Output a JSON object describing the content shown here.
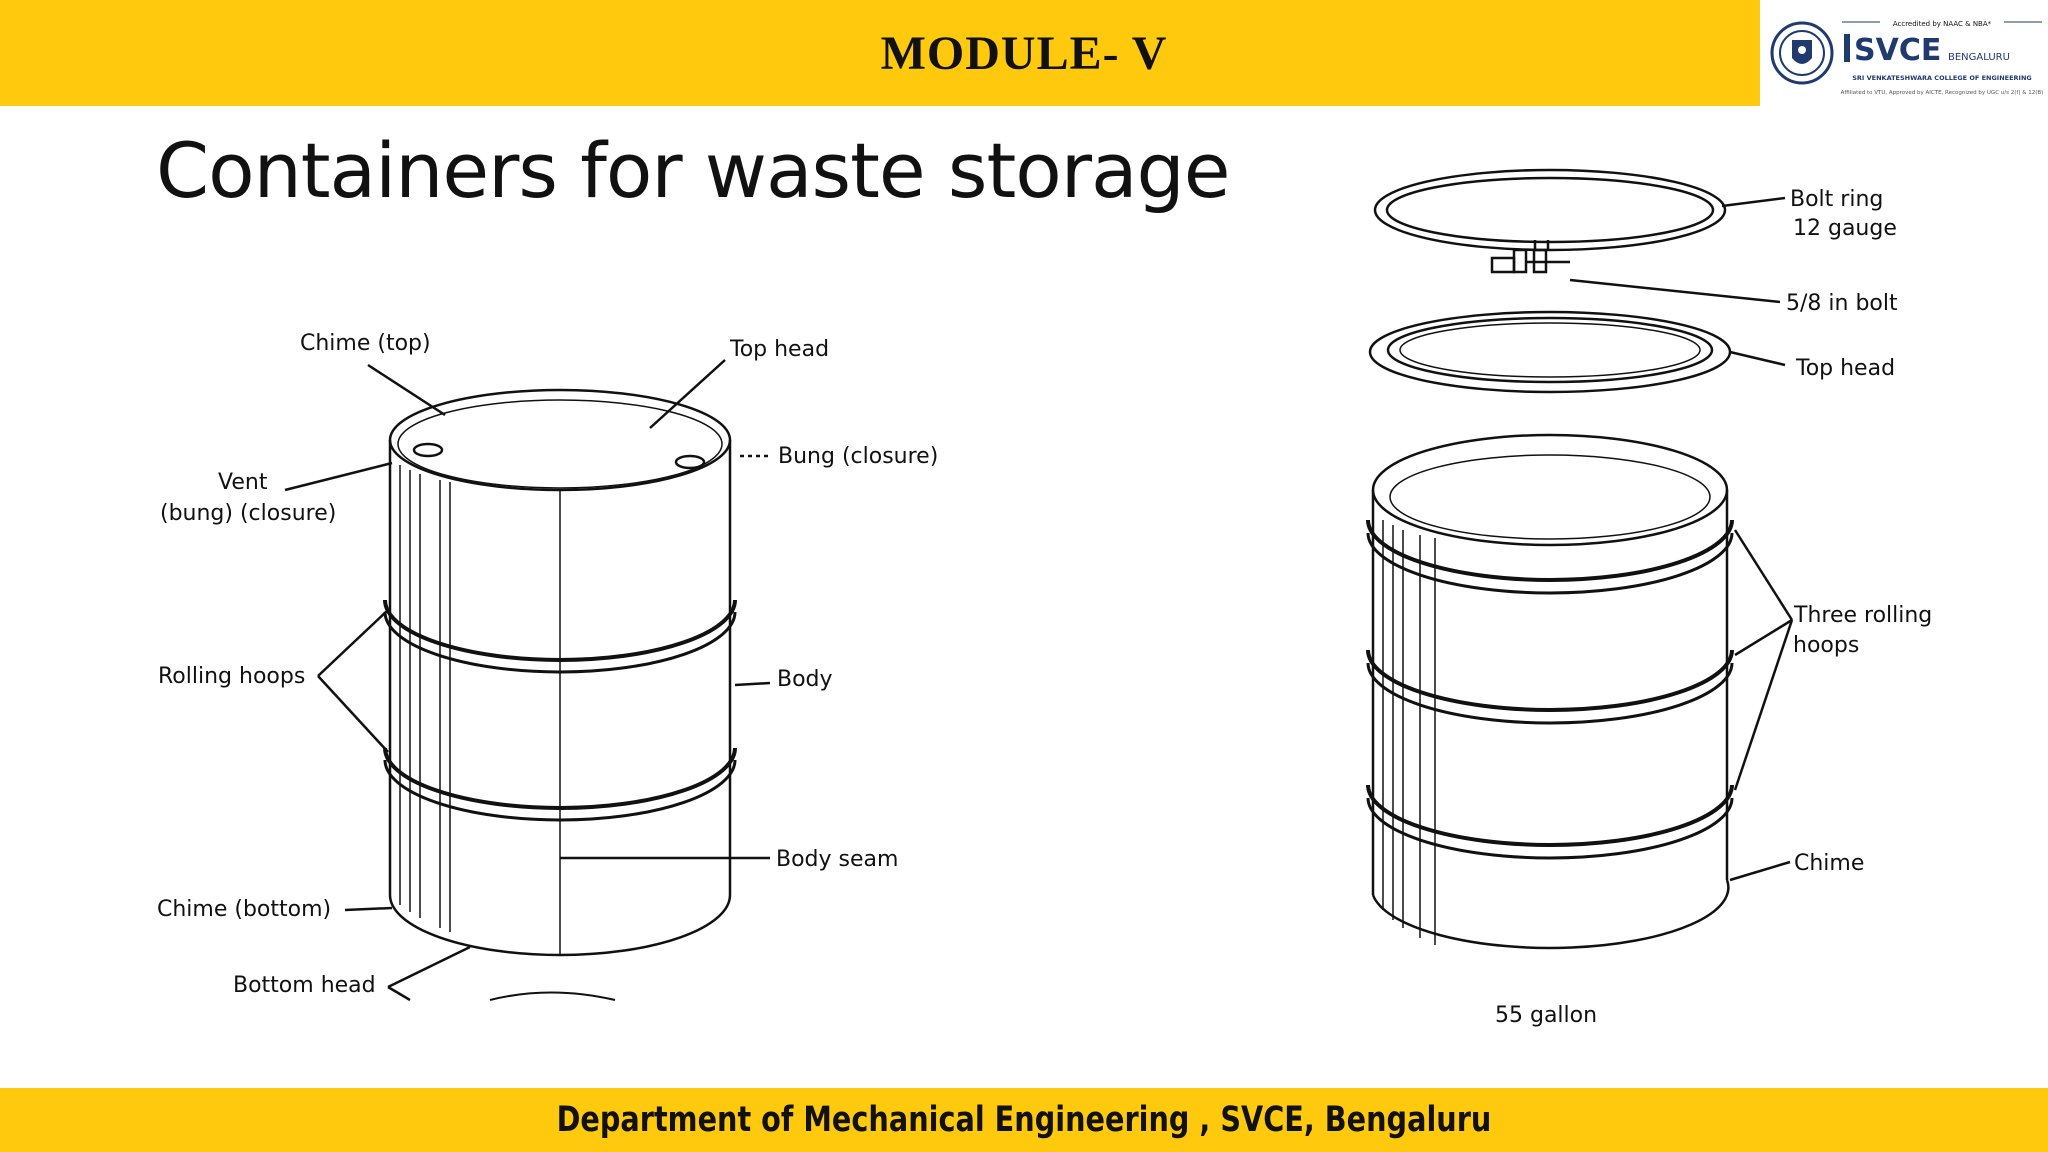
{
  "header": {
    "module_title": "MODULE- V",
    "logo": {
      "accreditation": "Accredited by NAAC & NBA*",
      "name": "SVCE",
      "city": "BENGALURU",
      "full_name": "SRI VENKATESHWARA COLLEGE OF ENGINEERING",
      "affiliation": "Affiliated to VTU, Approved by AICTE, Recognized by UGC u/s 2(f) & 12(B)"
    }
  },
  "slide": {
    "title": "Containers for waste storage"
  },
  "left_drum": {
    "labels": {
      "chime_top": "Chime (top)",
      "top_head": "Top head",
      "vent_1": "Vent",
      "vent_2": "(bung) (closure)",
      "bung": "Bung (closure)",
      "rolling_hoops": "Rolling hoops",
      "body": "Body",
      "body_seam": "Body seam",
      "chime_bottom": "Chime (bottom)",
      "bottom_head": "Bottom head"
    }
  },
  "right_drum": {
    "labels": {
      "bolt_ring_1": "Bolt ring",
      "bolt_ring_2": "12 gauge",
      "bolt": "5/8 in bolt",
      "top_head": "Top head",
      "hoops_1": "Three rolling",
      "hoops_2": "hoops",
      "chime": "Chime",
      "caption": "55 gallon"
    }
  },
  "footer": {
    "text": "Department of Mechanical Engineering , SVCE, Bengaluru"
  },
  "colors": {
    "band": "#FFC90E",
    "text": "#111111",
    "logo_blue": "#1F3A6E"
  }
}
